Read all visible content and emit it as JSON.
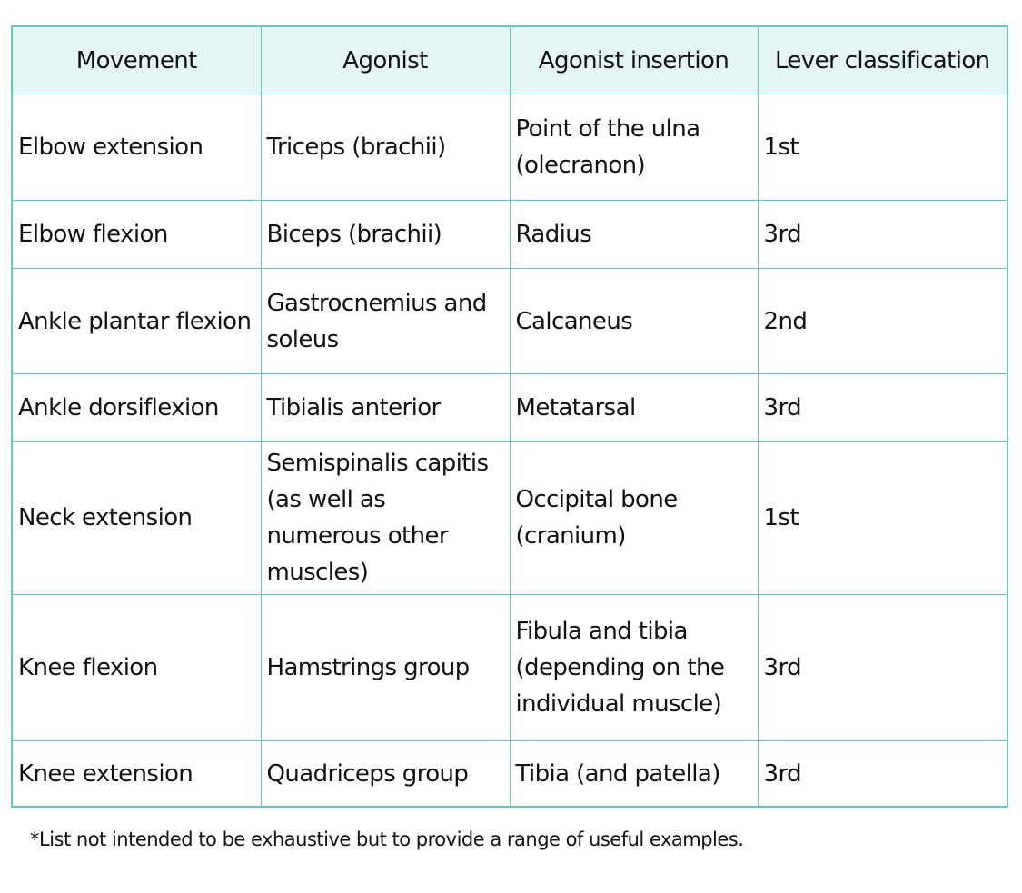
{
  "table": {
    "headers": [
      "Movement",
      "Agonist",
      "Agonist insertion",
      "Lever classification"
    ],
    "rows": [
      {
        "movement": "Elbow extension",
        "agonist": "Triceps (brachii)",
        "insertion": "Point of the ulna (olecranon)",
        "lever": "1st"
      },
      {
        "movement": "Elbow flexion",
        "agonist": "Biceps (brachii)",
        "insertion": "Radius",
        "lever": "3rd"
      },
      {
        "movement": "Ankle plantar flexion",
        "agonist": "Gastrocnemius and soleus",
        "insertion": "Calcaneus",
        "lever": "2nd"
      },
      {
        "movement": "Ankle dorsiflexion",
        "agonist": "Tibialis anterior",
        "insertion": "Metatarsal",
        "lever": "3rd"
      },
      {
        "movement": "Neck extension",
        "agonist": "Semispinalis capitis (as well as numerous other muscles)",
        "insertion": "Occipital bone (cranium)",
        "lever": "1st"
      },
      {
        "movement": "Knee flexion",
        "agonist": "Hamstrings group",
        "insertion": "Fibula and tibia (depending on the individual muscle)",
        "lever": "3rd"
      },
      {
        "movement": "Knee extension",
        "agonist": "Quadriceps group",
        "insertion": "Tibia (and patella)",
        "lever": "3rd"
      }
    ]
  },
  "footnote": "*List not intended to be exhaustive but to provide a range of useful examples.",
  "colors": {
    "border": "#62c9c1",
    "header_background": "#e6f6f5",
    "text": "#111111"
  }
}
